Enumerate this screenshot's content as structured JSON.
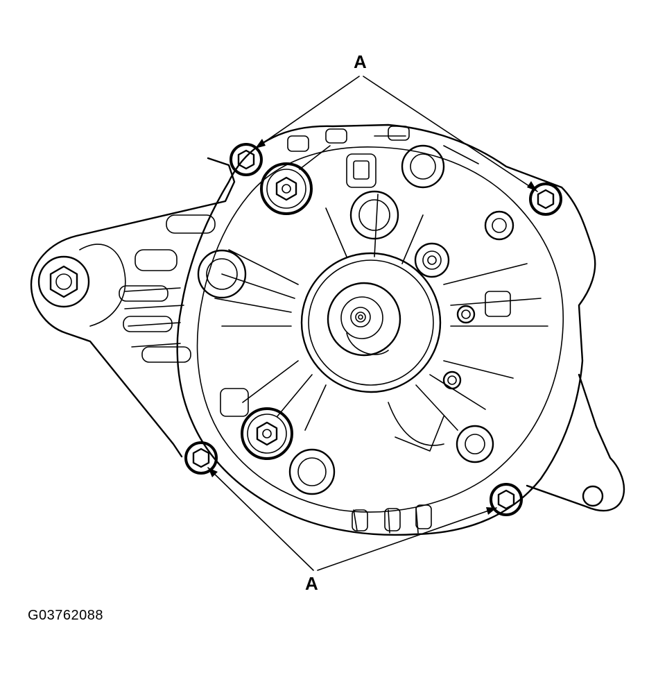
{
  "figure": {
    "callouts": {
      "top_label": "A",
      "bottom_label": "A"
    },
    "figure_id": "G03762088"
  }
}
